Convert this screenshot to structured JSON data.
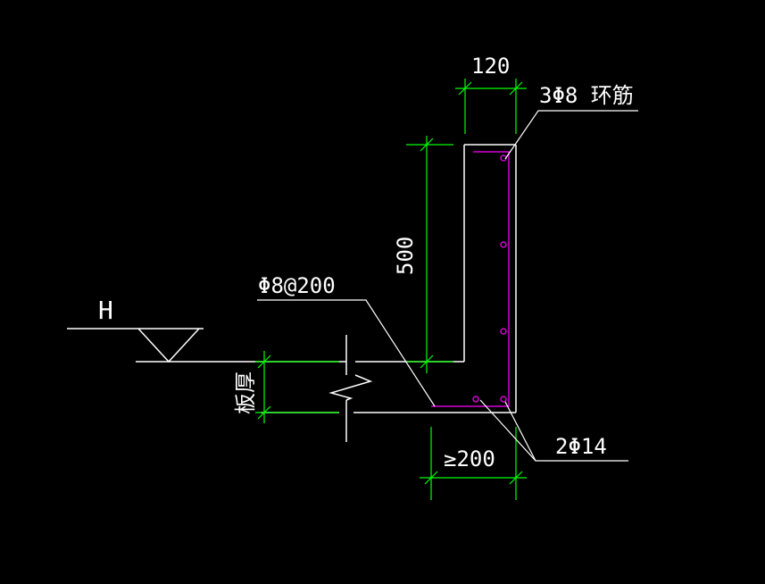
{
  "colors": {
    "background": "#000000",
    "linework": "#ffffff",
    "dimension": "#00ff00",
    "rebar": "#ff00ff"
  },
  "labels": {
    "elevation": "H",
    "slab_thickness": "板厚",
    "width_dim": "120",
    "height_dim": "500",
    "bottom_dim": "≥200",
    "ring_bar": "3Φ8 环筋",
    "stirrup": "Φ8@200",
    "bottom_bars": "2Φ14"
  }
}
